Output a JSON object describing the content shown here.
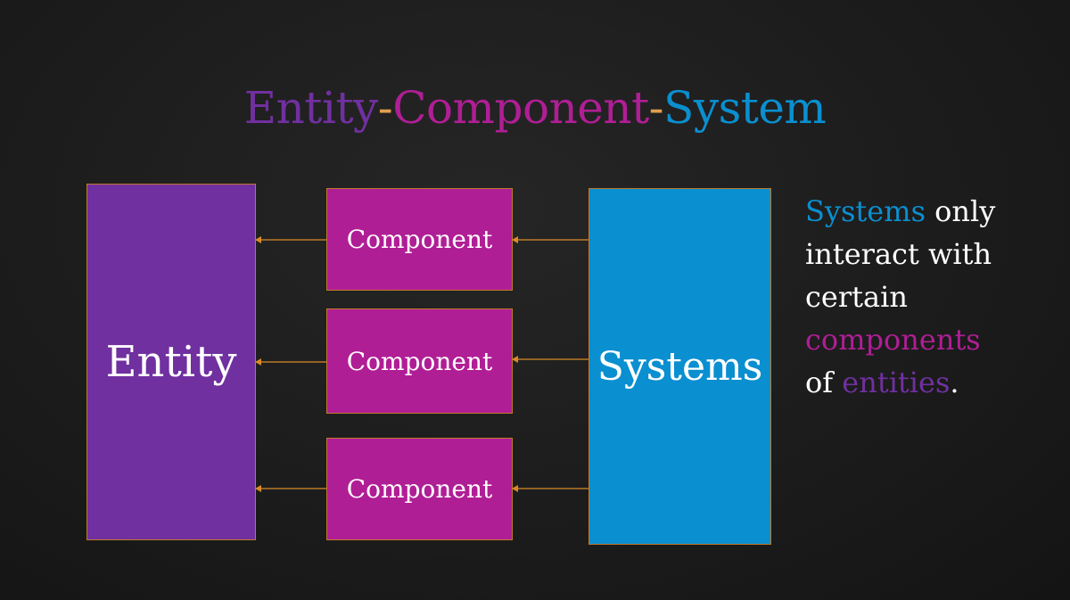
{
  "colors": {
    "entity": "#7030a0",
    "component": "#b01e95",
    "system": "#0a8fd0",
    "border": "#c07a2e",
    "arrow": "#d98a2a",
    "text": "#ffffff",
    "background": "#1c1c1c"
  },
  "title": {
    "part1": "Entity",
    "sep1": "-",
    "part2": "Component",
    "sep2": "-",
    "part3": "System"
  },
  "diagram": {
    "entity_label": "Entity",
    "components": [
      {
        "label": "Component"
      },
      {
        "label": "Component"
      },
      {
        "label": "Component"
      }
    ],
    "systems_label": "Systems"
  },
  "note": {
    "w1": "Systems",
    "w2": " only",
    "w3": "interact with",
    "w4": "certain",
    "w5": "components",
    "w6": "of ",
    "w7": "entities",
    "w8": "."
  }
}
